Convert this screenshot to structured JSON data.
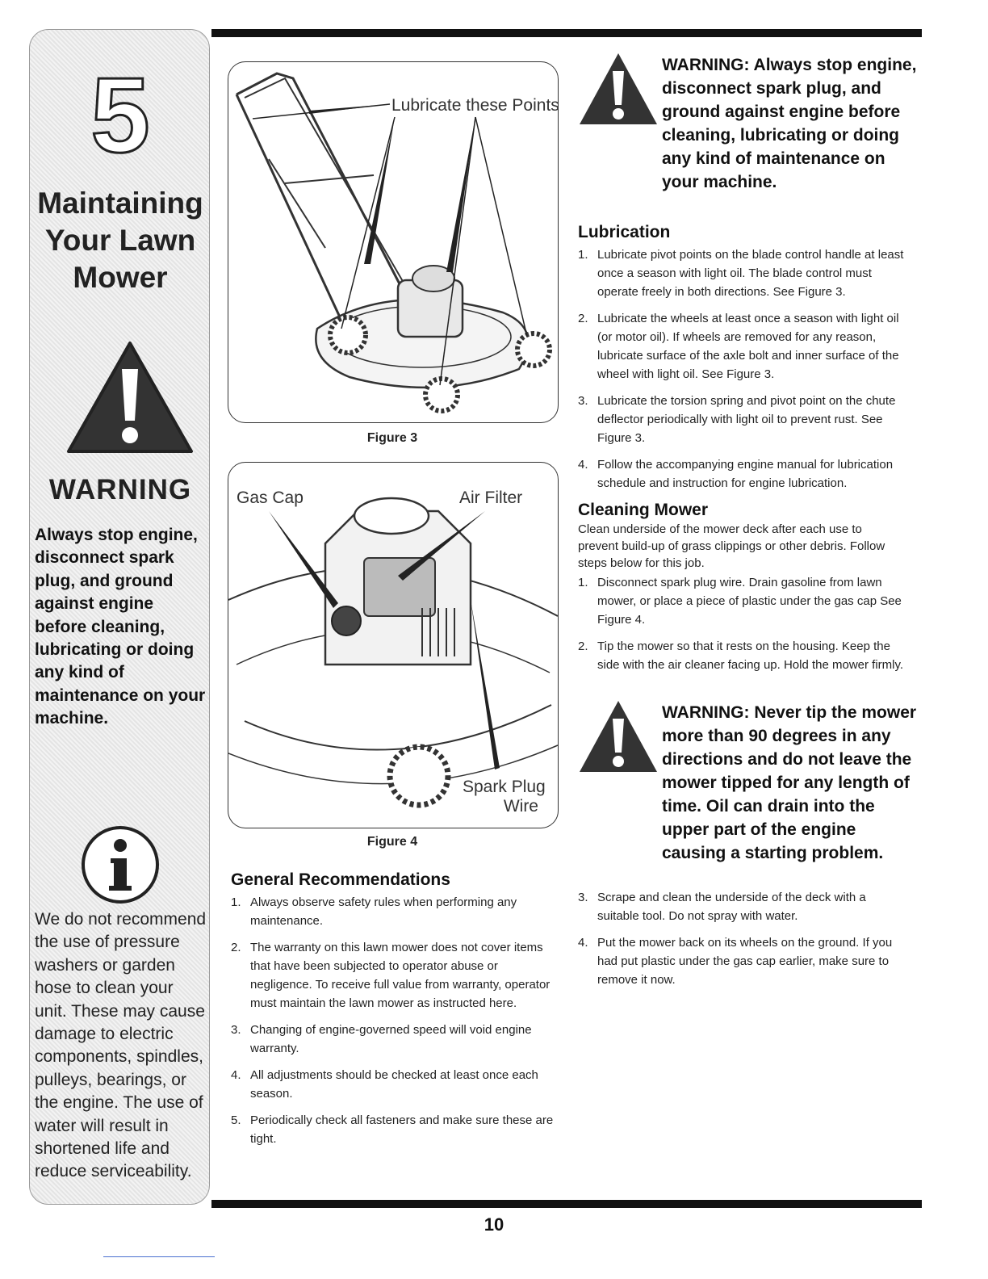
{
  "sidebar": {
    "chapter_number": "5",
    "title_lines": [
      "Maintaining",
      "Your Lawn",
      "Mower"
    ],
    "warning_label": "WARNING",
    "warning_text": "Always stop engine, disconnect spark plug, and ground against engine before cleaning, lubricating or doing any kind of maintenance on your machine.",
    "info_text": "We do not recommend the use of pressure washers or garden hose to clean your unit. These may cause damage to electric components, spindles, pulleys, bearings, or the engine. The use of water will result in shortened life and reduce serviceability."
  },
  "figure3": {
    "label": "Lubricate these Points",
    "caption": "Figure 3"
  },
  "figure4": {
    "gas_cap": "Gas Cap",
    "air_filter": "Air Filter",
    "spark_plug_1": "Spark Plug",
    "spark_plug_2": "Wire",
    "caption": "Figure 4"
  },
  "general": {
    "heading": "General Recommendations",
    "items": [
      {
        "num": "1.",
        "text": "Always observe safety rules when performing any maintenance."
      },
      {
        "num": "2.",
        "text": "The warranty on this lawn mower does not cover items that have been subjected to operator abuse or negligence. To receive full value from warranty, operator must maintain the lawn mower as instructed here."
      },
      {
        "num": "3.",
        "text": "Changing of engine-governed speed will void engine warranty."
      },
      {
        "num": "4.",
        "text": "All adjustments should be checked at least once each season."
      },
      {
        "num": "5.",
        "text": "Periodically check all fasteners and make sure these are tight."
      }
    ]
  },
  "top_warning": {
    "text": "WARNING: Always stop engine, disconnect spark plug, and ground against engine before cleaning, lubricating or doing any kind of maintenance on your machine."
  },
  "lubrication": {
    "heading": "Lubrication",
    "items": [
      {
        "num": "1.",
        "text": "Lubricate pivot points on the blade control handle at least once a season with light oil. The blade control must operate freely in both directions. See Figure 3."
      },
      {
        "num": "2.",
        "text": "Lubricate the wheels at least once a season with light oil (or motor oil). If wheels are removed for any reason, lubricate surface of the axle bolt and inner surface of the wheel with light oil. See Figure 3."
      },
      {
        "num": "3.",
        "text": "Lubricate the torsion spring and pivot point on the chute deflector periodically with light oil to prevent rust. See Figure 3."
      },
      {
        "num": "4.",
        "text": "Follow the accompanying engine manual for lubrication schedule and instruction for engine lubrication."
      }
    ]
  },
  "cleaning": {
    "heading": "Cleaning Mower",
    "intro": "Clean underside of the mower deck after each use to prevent build-up of grass clippings or other debris. Follow steps below for this job.",
    "items_a": [
      {
        "num": "1.",
        "text": "Disconnect spark plug wire. Drain gasoline from lawn mower, or place a piece of plastic under the gas cap See Figure 4."
      },
      {
        "num": "2.",
        "text": "Tip the mower so that it rests on the housing. Keep the side with the air cleaner facing up. Hold the mower firmly."
      }
    ],
    "warning": "WARNING: Never tip the mower more than 90 degrees in any directions and do not leave the mower tipped for any length of time. Oil can drain into the upper part of the engine causing a starting problem.",
    "items_b": [
      {
        "num": "3.",
        "text": "Scrape and clean the underside of the deck with a suitable tool. Do not spray with water."
      },
      {
        "num": "4.",
        "text": "Put the mower back on its wheels on the ground. If you had put plastic under the gas cap earlier, make sure to remove it now."
      }
    ]
  },
  "page_number": "10"
}
